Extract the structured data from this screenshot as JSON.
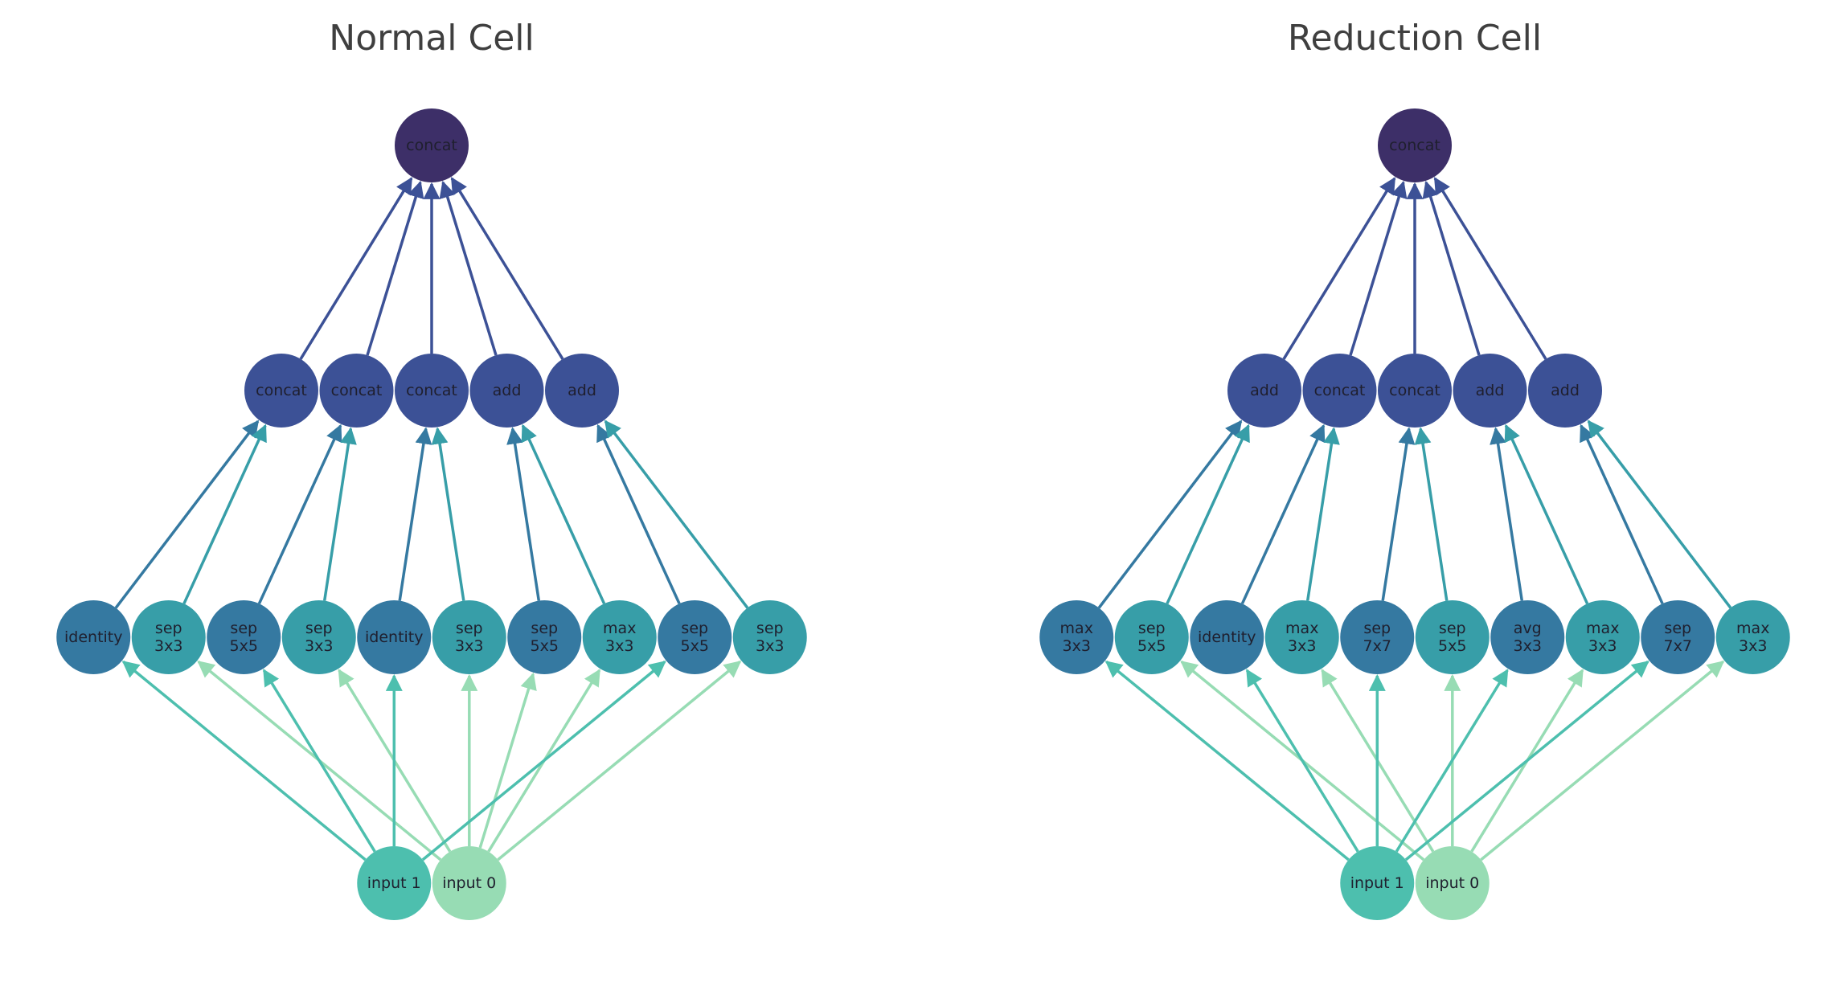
{
  "colors": {
    "input_1": "#4dbfae",
    "input_0": "#97dcb4",
    "op_dark": "#3579a1",
    "op_light": "#379ea8",
    "combine": "#3c5196",
    "concat_top": "#3d2f68",
    "label": "#1f1f2e",
    "title": "#3f3f3f"
  },
  "cells": [
    {
      "title": "Normal Cell",
      "inputs": [
        "input 1",
        "input 0"
      ],
      "ops": [
        [
          "identity"
        ],
        [
          "sep",
          "3x3"
        ],
        [
          "sep",
          "5x5"
        ],
        [
          "sep",
          "3x3"
        ],
        [
          "identity"
        ],
        [
          "sep",
          "3x3"
        ],
        [
          "sep",
          "5x5"
        ],
        [
          "max",
          "3x3"
        ],
        [
          "sep",
          "5x5"
        ],
        [
          "sep",
          "3x3"
        ]
      ],
      "op_sources": [
        0,
        1,
        0,
        1,
        0,
        1,
        1,
        1,
        0,
        1
      ],
      "combines": [
        "concat",
        "concat",
        "concat",
        "add",
        "add"
      ],
      "output": "concat"
    },
    {
      "title": "Reduction Cell",
      "inputs": [
        "input 1",
        "input 0"
      ],
      "ops": [
        [
          "max",
          "3x3"
        ],
        [
          "sep",
          "5x5"
        ],
        [
          "identity"
        ],
        [
          "max",
          "3x3"
        ],
        [
          "sep",
          "7x7"
        ],
        [
          "sep",
          "5x5"
        ],
        [
          "avg",
          "3x3"
        ],
        [
          "max",
          "3x3"
        ],
        [
          "sep",
          "7x7"
        ],
        [
          "max",
          "3x3"
        ]
      ],
      "op_sources": [
        0,
        1,
        0,
        1,
        0,
        1,
        0,
        1,
        0,
        1
      ],
      "combines": [
        "add",
        "concat",
        "concat",
        "add",
        "add"
      ],
      "output": "concat"
    }
  ]
}
